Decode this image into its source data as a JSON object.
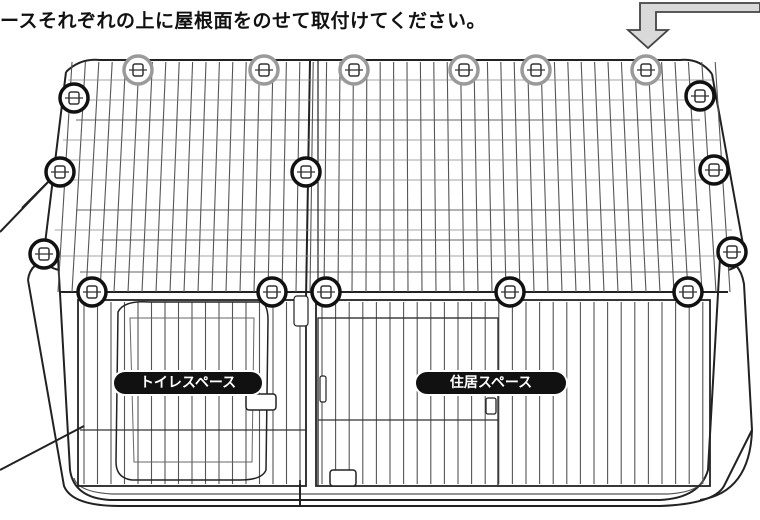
{
  "instruction": "ースそれぞれの上に屋根面をのせて取付けてください。",
  "labels": {
    "toilet_space": "トイレスペース",
    "living_space": "住居スペース"
  },
  "colors": {
    "line": "#1a1a1a",
    "background": "#ffffff",
    "callout_ring_gray": "#9a9a9a",
    "callout_ring_black": "#111111",
    "arrow_fill": "#d9d9d9"
  },
  "icons": [
    "down-arrow-icon",
    "clip-icon",
    "joint-icon"
  ]
}
